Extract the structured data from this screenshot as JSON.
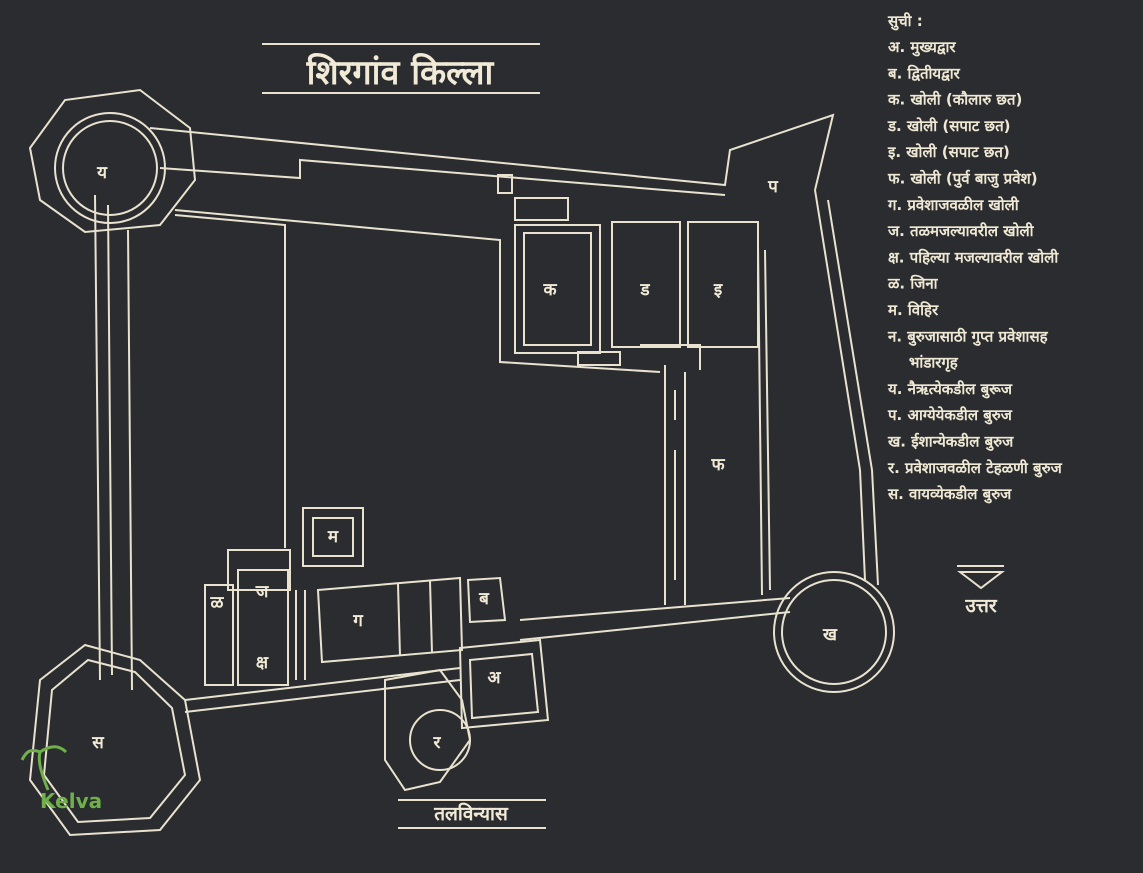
{
  "title": "शिरगांव किल्ला",
  "subtitle": "तलविन्यास",
  "north_label": "उत्तर",
  "legend": {
    "heading": "सुची :",
    "items": [
      "अ. मुख्यद्वार",
      "ब. द्वितीयद्वार",
      "क. खोली (कौलारु छत)",
      "ड. खोली (सपाट छत)",
      "इ. खोली (सपाट छत)",
      "फ. खोली (पुर्व बाजु प्रवेश)",
      "ग. प्रवेशाजवळील खोली",
      "ज. तळमजल्यावरील खोली",
      "क्ष. पहिल्या मजल्यावरील खोली",
      "ळ. जिना",
      "म. विहिर",
      "न. बुरुजासाठी गुप्त प्रवेशासह",
      "    भांडारगृह",
      "य. नैऋत्येकडील बुरूज",
      "प. आग्येयेकडील बुरुज",
      "ख. ईशान्येकडील बुरुज",
      "र. प्रवेशाजवळील टेहळणी बुरुज",
      "स. वायव्येकडील बुरुज"
    ]
  },
  "plan_labels": {
    "ya": "य",
    "pa": "प",
    "ka": "क",
    "da": "ड",
    "i": "इ",
    "pha": "फ",
    "ma": "म",
    "ja": "ज",
    "la": "ळ",
    "ga": "ग",
    "ba": "ब",
    "ksha": "क्ष",
    "a": "अ",
    "ra": "र",
    "kha": "ख",
    "sa": "स"
  },
  "watermark": "Kelva",
  "colors": {
    "background": "#2b2c2f",
    "engraving": "#e8e2cf",
    "watermark": "#6fb04a"
  }
}
